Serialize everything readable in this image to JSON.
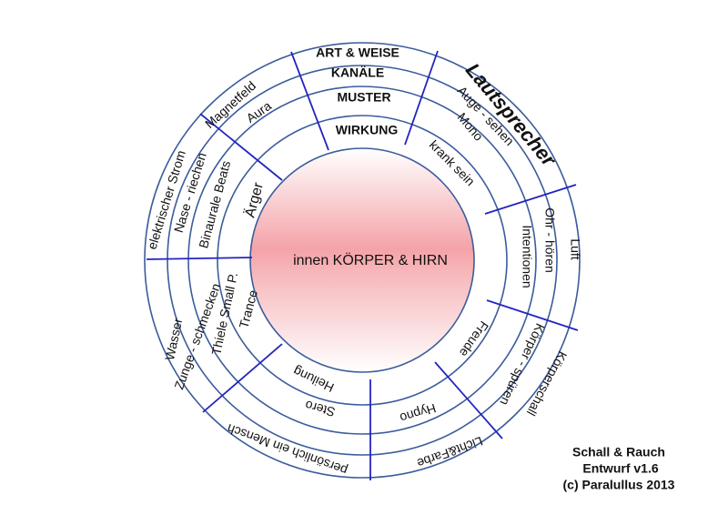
{
  "center": "innen KÖRPER & HIRN",
  "headers": [
    "ART & WEISE",
    "KANÄLE",
    "MUSTER",
    "WIRKUNG"
  ],
  "sectors": {
    "lautsprecher": {
      "art": "Lautsprecher",
      "kanal": "Auge - sehen",
      "muster": "Mono",
      "wirkung": "krank sein"
    },
    "luft": {
      "art": "Luft",
      "kanal": "Ohr - hören",
      "wirkung": "Intentionen"
    },
    "koerperschall": {
      "art": "Körperschall",
      "kanal": "Körper - spüren",
      "wirkung": "Freude"
    },
    "licht": {
      "art": "Licht&Farbe",
      "wirkung": "Hypno"
    },
    "mensch": {
      "art": "persönlich ein Mensch",
      "muster": "Stero",
      "wirkung": "Heilung"
    },
    "wasser": {
      "art": "Wasser",
      "kanal": "Zunge - schmecken",
      "muster": "Thiele Small P.",
      "wirkung": "Trance"
    },
    "strom": {
      "art": "elektrischer Strom",
      "kanal": "Nase - riechen",
      "muster": "Binaurale Beats",
      "wirkung": "Ärger"
    },
    "magnet": {
      "art": "Magnetfeld",
      "kanal": "Aura"
    }
  },
  "footer": [
    "Schall & Rauch",
    "Entwurf v1.6",
    "(c) Paralullus 2013"
  ],
  "colors": {
    "ring": "#3b5c9c",
    "divider": "#2424c0",
    "core": "#f4a3a8"
  }
}
